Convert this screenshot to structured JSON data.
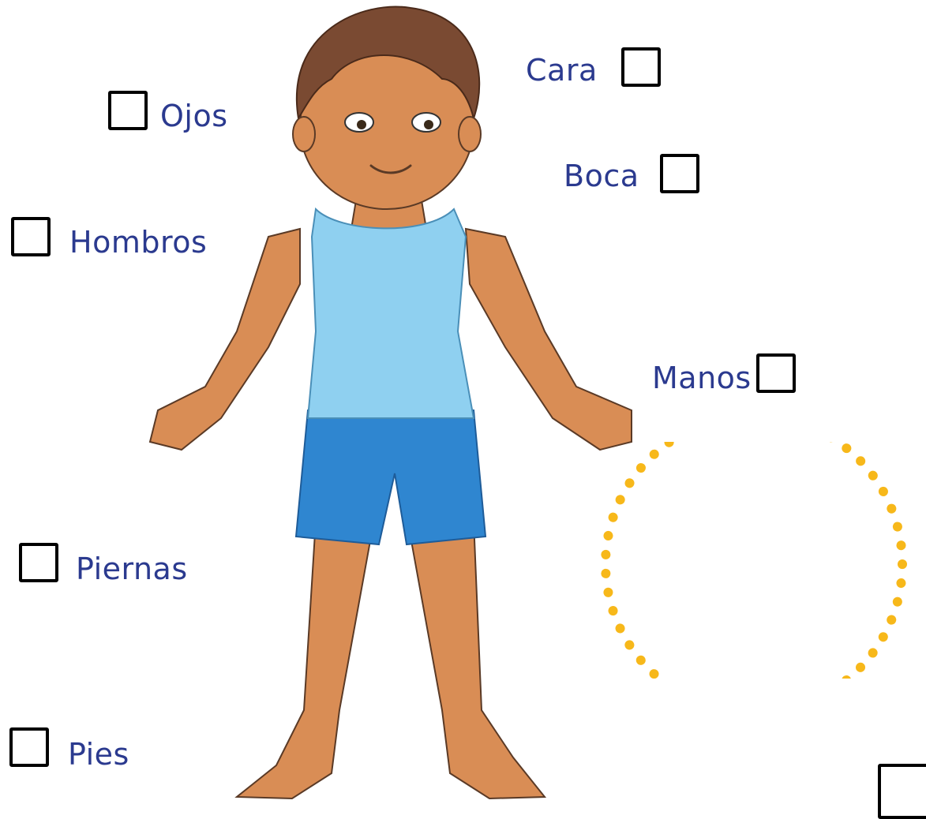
{
  "labels": {
    "ojos": "Ojos",
    "cara": "Cara",
    "boca": "Boca",
    "hombros": "Hombros",
    "manos": "Manos",
    "piernas": "Piernas",
    "pies": "Pies"
  },
  "colors": {
    "label": "#2b3a8f",
    "shirt": "#8fd0f0",
    "shorts": "#2f86d0",
    "skin": "#d9915a",
    "hair": "#7a4a32",
    "dots": "#f7b81a"
  },
  "icons": {
    "checkbox": "empty-square-checkbox",
    "circle": "dotted-circle-drawing-area"
  }
}
